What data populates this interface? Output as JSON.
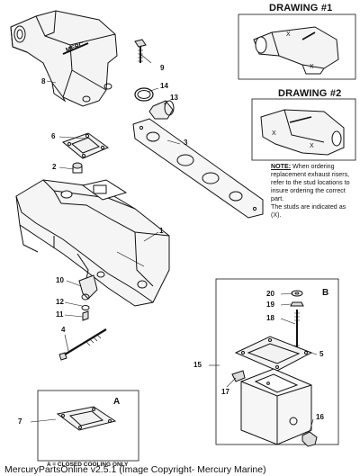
{
  "drawings": {
    "drawing1_title": "DRAWING #1",
    "drawing2_title": "DRAWING #2"
  },
  "note": {
    "label": "NOTE:",
    "text": " When ordering replacement exhaust risers, refer to the stud locations to insure ordering the correct part.",
    "studs_text": "The studs are indicated as (X)."
  },
  "callouts": {
    "c1": "1",
    "c2": "2",
    "c3": "3",
    "c4": "4",
    "c5": "5",
    "c6": "6",
    "c7": "7",
    "c8": "8",
    "c9": "9",
    "c10": "10",
    "c11": "11",
    "c12": "12",
    "c13": "13",
    "c14": "14",
    "c15": "15",
    "c16": "16",
    "c17": "17",
    "c18": "18",
    "c19": "19",
    "c20": "20"
  },
  "boxes": {
    "a_label": "A",
    "b_label": "B",
    "a_caption": "A = CLOSED COOLING ONLY"
  },
  "footer": "MercuryPartsOnline v2.5.1 (Image Copyright- Mercury Marine)"
}
